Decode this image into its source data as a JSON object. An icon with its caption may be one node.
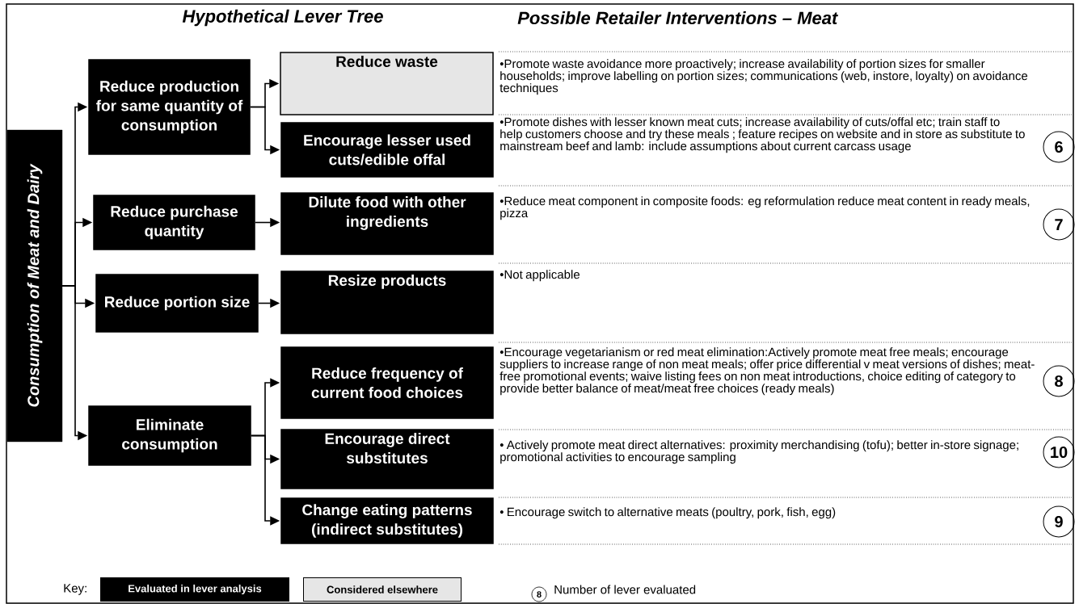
{
  "diagram": {
    "title": "Hypothetical Lever Tree",
    "nodes": [
      {
        "text": [
          "Consumption of Meat and Dairy"
        ]
      },
      {
        "text": [
          "Reduce production  for same quantity of consumption"
        ]
      },
      {
        "text": [
          "Reduce purchase quantity"
        ]
      },
      {
        "text": [
          "Reduce portion size"
        ]
      },
      {
        "text": [
          "Eliminate consumption"
        ]
      },
      {
        "text": [
          "Reduce waste"
        ],
        "beside": [
          "•Promote waste avoidance more proactively; increase availability of portion sizes for smaller households; improve labelling on portion sizes; communications (web, instore, loyalty) on avoidance techniques"
        ]
      },
      {
        "text": [
          "Encourage lesser used cuts/edible offal"
        ],
        "beside": [
          "•Promote dishes with lesser known meat cuts; increase availability of cuts/offal etc; train staff to help customers choose and try these meals ; feature recipes on website and in store as substitute to mainstream beef and lamb: include assumptions about current carcass usage"
        ]
      },
      {
        "text": [
          "Dilute food with other ingredients"
        ],
        "beside": [
          "•Reduce meat component in composite foods: eg reformulation reduce meat content in ready meals, pizza"
        ]
      },
      {
        "text": [
          "Resize products"
        ],
        "beside": [
          "•Not applicable"
        ]
      },
      {
        "text": [
          "Reduce frequency of current food choices"
        ],
        "beside": [
          "•Encourage vegetarianism or red meat elimination:Actively promote meat free meals; encourage suppliers to increase range of non meat meals; offer price differential v meat versions of dishes; meat-free promotional events; waive listing fees on non meat introductions, choice editing of category to provide better balance of meat/meat free choices (ready meals)"
        ]
      },
      {
        "text": [
          "Encourage direct substitutes"
        ],
        "beside": [
          "• Actively promote meat direct alternatives: proximity merchandising (tofu); better in-store signage;  promotional activities to encourage sampling"
        ]
      },
      {
        "text": [
          "Change eating patterns (indirect substitutes)"
        ],
        "beside": [
          "• Encourage switch to alternative meats (poultry, pork, fish, egg)"
        ]
      },
      {
        "text": [
          "6"
        ]
      },
      {
        "text": [
          "7"
        ]
      },
      {
        "text": [
          "8"
        ]
      },
      {
        "text": [
          "10"
        ]
      },
      {
        "text": [
          "9"
        ]
      },
      {
        "text": [
          "8"
        ]
      }
    ],
    "edges": [
      {
        "from": 0,
        "to": 1,
        "arrow": "to"
      },
      {
        "from": 0,
        "to": 2,
        "arrow": "to"
      },
      {
        "from": 0,
        "to": 3,
        "arrow": "to"
      },
      {
        "from": 0,
        "to": 4,
        "arrow": "to"
      },
      {
        "from": 1,
        "to": 5,
        "arrow": "to"
      },
      {
        "from": 1,
        "to": 6,
        "arrow": "to"
      },
      {
        "from": 2,
        "to": 7,
        "arrow": "to"
      },
      {
        "from": 3,
        "to": 8,
        "arrow": "to"
      },
      {
        "from": 4,
        "to": 9,
        "arrow": "to"
      },
      {
        "from": 4,
        "to": 10,
        "arrow": "to"
      },
      {
        "from": 4,
        "to": 11,
        "arrow": "to"
      }
    ],
    "labels": [
      "Possible Retailer Interventions – Meat",
      "Key:"
    ],
    "legend": [
      {
        "text": "Evaluated in lever analysis",
        "color": "#000000"
      },
      {
        "text": "Considered elsewhere",
        "color": "#e6e6e6"
      },
      {
        "text": "Number of lever evaluated"
      }
    ]
  }
}
